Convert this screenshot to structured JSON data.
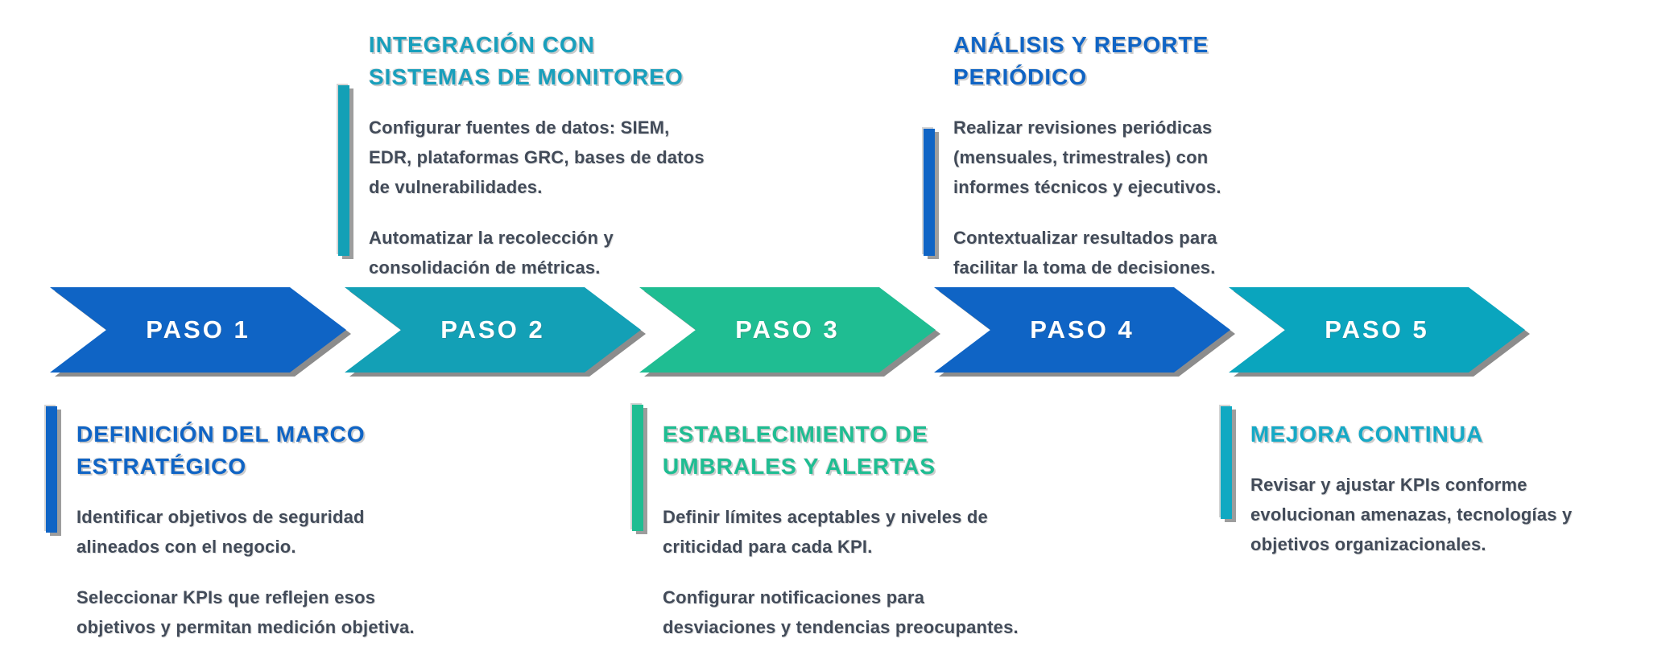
{
  "diagram": {
    "background": "#ffffff",
    "body_text_color": "#424B59",
    "shadow_color": "#8c8c8c",
    "arrow_text_color": "#ffffff"
  },
  "steps": [
    {
      "arrow_label": "PASO 1",
      "arrow_color": "#0F64C5",
      "position": "bottom",
      "title": "DEFINICIÓN DEL MARCO ESTRATÉGICO",
      "title_color": "#0F64C5",
      "bar_color": "#0F64C5",
      "paragraphs": [
        "Identificar objetivos de seguridad alineados con el negocio.",
        "Seleccionar KPIs que reflejen esos objetivos y permitan medición objetiva."
      ]
    },
    {
      "arrow_label": "PASO 2",
      "arrow_color": "#13A0B6",
      "position": "top",
      "title": "INTEGRACIÓN CON SISTEMAS DE MONITOREO",
      "title_color": "#189FBC",
      "bar_color": "#13A0B6",
      "paragraphs": [
        "Configurar fuentes de datos: SIEM, EDR, plataformas GRC, bases de datos de vulnerabilidades.",
        "Automatizar la recolección y consolidación de métricas."
      ]
    },
    {
      "arrow_label": "PASO 3",
      "arrow_color": "#1FBD92",
      "position": "bottom",
      "title": "ESTABLECIMIENTO DE UMBRALES Y ALERTAS",
      "title_color": "#1FBD92",
      "bar_color": "#1FBD92",
      "paragraphs": [
        "Definir límites aceptables y niveles de criticidad para cada KPI.",
        "Configurar notificaciones para desviaciones y tendencias preocupantes."
      ]
    },
    {
      "arrow_label": "PASO 4",
      "arrow_color": "#0F64C5",
      "position": "top",
      "title": "ANÁLISIS Y REPORTE PERIÓDICO",
      "title_color": "#0F64C5",
      "bar_color": "#0F64C5",
      "paragraphs": [
        "Realizar revisiones periódicas (mensuales, trimestrales) con informes técnicos y ejecutivos.",
        "Contextualizar resultados para facilitar la toma de decisiones."
      ]
    },
    {
      "arrow_label": "PASO 5",
      "arrow_color": "#0AA5BE",
      "position": "bottom",
      "title": "MEJORA CONTINUA",
      "title_color": "#15A9C6",
      "bar_color": "#10A9C2",
      "paragraphs": [
        "Revisar y ajustar KPIs conforme evolucionan amenazas, tecnologías y objetivos organizacionales."
      ]
    }
  ]
}
